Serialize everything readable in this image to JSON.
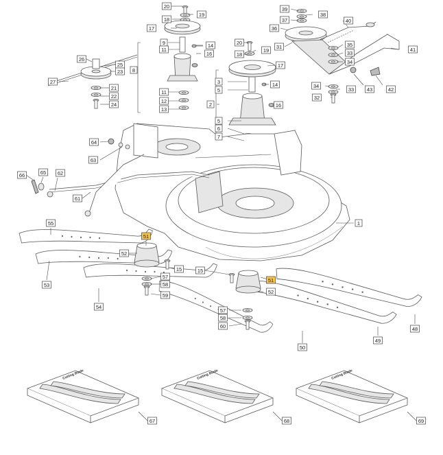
{
  "diagram": {
    "callouts": [
      {
        "id": "c20a",
        "text": "20"
      },
      {
        "id": "c19a",
        "text": "19"
      },
      {
        "id": "c18a",
        "text": "18"
      },
      {
        "id": "c17a",
        "text": "17"
      },
      {
        "id": "c9a",
        "text": "9"
      },
      {
        "id": "c11a",
        "text": "11"
      },
      {
        "id": "c14a",
        "text": "14"
      },
      {
        "id": "c16a",
        "text": "16"
      },
      {
        "id": "c8",
        "text": "8"
      },
      {
        "id": "c11b",
        "text": "11"
      },
      {
        "id": "c12",
        "text": "12"
      },
      {
        "id": "c13",
        "text": "13"
      },
      {
        "id": "c26",
        "text": "26"
      },
      {
        "id": "c25",
        "text": "25"
      },
      {
        "id": "c23",
        "text": "23"
      },
      {
        "id": "c27",
        "text": "27"
      },
      {
        "id": "c21",
        "text": "21"
      },
      {
        "id": "c22",
        "text": "22"
      },
      {
        "id": "c24",
        "text": "24"
      },
      {
        "id": "c39",
        "text": "39"
      },
      {
        "id": "c38",
        "text": "38"
      },
      {
        "id": "c37",
        "text": "37"
      },
      {
        "id": "c40",
        "text": "40"
      },
      {
        "id": "c36",
        "text": "36"
      },
      {
        "id": "c20b",
        "text": "20"
      },
      {
        "id": "c19b",
        "text": "19"
      },
      {
        "id": "c18b",
        "text": "18"
      },
      {
        "id": "c17b",
        "text": "17"
      },
      {
        "id": "c31",
        "text": "31"
      },
      {
        "id": "c41",
        "text": "41"
      },
      {
        "id": "c35",
        "text": "35"
      },
      {
        "id": "c33a",
        "text": "33"
      },
      {
        "id": "c34a",
        "text": "34"
      },
      {
        "id": "c3",
        "text": "3"
      },
      {
        "id": "c5a",
        "text": "5"
      },
      {
        "id": "c14b",
        "text": "14"
      },
      {
        "id": "c2",
        "text": "2"
      },
      {
        "id": "c16b",
        "text": "16"
      },
      {
        "id": "c5b",
        "text": "5"
      },
      {
        "id": "c6",
        "text": "6"
      },
      {
        "id": "c7",
        "text": "7"
      },
      {
        "id": "c34b",
        "text": "34"
      },
      {
        "id": "c33b",
        "text": "33"
      },
      {
        "id": "c43",
        "text": "43"
      },
      {
        "id": "c42",
        "text": "42"
      },
      {
        "id": "c32",
        "text": "32"
      },
      {
        "id": "c64",
        "text": "64"
      },
      {
        "id": "c63",
        "text": "63"
      },
      {
        "id": "c66",
        "text": "66"
      },
      {
        "id": "c65",
        "text": "65"
      },
      {
        "id": "c62",
        "text": "62"
      },
      {
        "id": "c61",
        "text": "61"
      },
      {
        "id": "c1",
        "text": "1"
      },
      {
        "id": "c55",
        "text": "55"
      },
      {
        "id": "c51a",
        "text": "51"
      },
      {
        "id": "c52a",
        "text": "52"
      },
      {
        "id": "c15a",
        "text": "15"
      },
      {
        "id": "c57a",
        "text": "57"
      },
      {
        "id": "c58a",
        "text": "58"
      },
      {
        "id": "c59",
        "text": "59"
      },
      {
        "id": "c53",
        "text": "53"
      },
      {
        "id": "c54",
        "text": "54"
      },
      {
        "id": "c15b",
        "text": "15"
      },
      {
        "id": "c51b",
        "text": "51"
      },
      {
        "id": "c52b",
        "text": "52"
      },
      {
        "id": "c57b",
        "text": "57"
      },
      {
        "id": "c58b",
        "text": "58"
      },
      {
        "id": "c60",
        "text": "60"
      },
      {
        "id": "c50",
        "text": "50"
      },
      {
        "id": "c49",
        "text": "49"
      },
      {
        "id": "c48",
        "text": "48"
      },
      {
        "id": "c67",
        "text": "67"
      },
      {
        "id": "c68",
        "text": "68"
      },
      {
        "id": "c69",
        "text": "69"
      }
    ],
    "package_label": "Cutting Blade",
    "colors": {
      "highlight": "#f5c451",
      "stroke": "#555555",
      "callout_border": "#444444"
    }
  }
}
